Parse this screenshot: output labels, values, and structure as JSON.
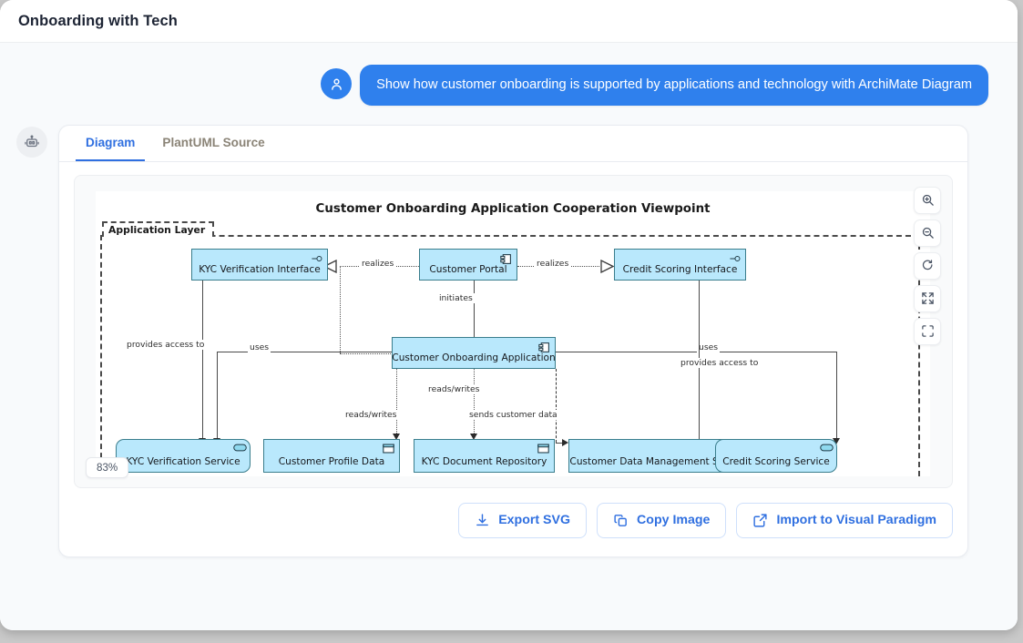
{
  "header": {
    "title": "Onboarding with Tech"
  },
  "conversation": {
    "user_avatar_icon": "user-icon",
    "user_message": "Show how customer onboarding is supported by applications and technology with ArchiMate Diagram",
    "bot_avatar_icon": "robot-icon"
  },
  "result_card": {
    "tabs": [
      {
        "label": "Diagram",
        "active": true
      },
      {
        "label": "PlantUML Source",
        "active": false
      }
    ],
    "zoom_badge": "83%",
    "zoom_controls": [
      {
        "name": "zoom-in-icon",
        "title": "Zoom in"
      },
      {
        "name": "zoom-out-icon",
        "title": "Zoom out"
      },
      {
        "name": "reset-icon",
        "title": "Reset"
      },
      {
        "name": "fit-screen-icon",
        "title": "Fit to screen"
      },
      {
        "name": "fullscreen-icon",
        "title": "Fullscreen"
      }
    ],
    "actions": [
      {
        "label": "Export SVG",
        "icon": "download-icon"
      },
      {
        "label": "Copy Image",
        "icon": "copy-icon"
      },
      {
        "label": "Import to Visual Paradigm",
        "icon": "external-link-icon"
      }
    ]
  },
  "diagram": {
    "title": "Customer Onboarding Application Cooperation Viewpoint",
    "group_label": "Application Layer",
    "colors": {
      "node_fill": "#b9e8fc",
      "node_stroke": "#3a7d8c",
      "accent": "#2f6fe0"
    },
    "nodes": [
      {
        "id": "kyc-verification-interface",
        "label": "KYC Verification Interface",
        "glyph": "interface-icon",
        "shape": "rect"
      },
      {
        "id": "customer-portal",
        "label": "Customer Portal",
        "glyph": "component-icon",
        "shape": "rect"
      },
      {
        "id": "credit-scoring-interface",
        "label": "Credit Scoring Interface",
        "glyph": "interface-icon",
        "shape": "rect"
      },
      {
        "id": "customer-onboarding-application",
        "label": "Customer Onboarding Application",
        "glyph": "component-icon",
        "shape": "rect"
      },
      {
        "id": "kyc-verification-service",
        "label": "KYC Verification Service",
        "glyph": "service-icon",
        "shape": "rounded"
      },
      {
        "id": "customer-profile-data",
        "label": "Customer Profile Data",
        "glyph": "data-object-icon",
        "shape": "rect"
      },
      {
        "id": "kyc-document-repository",
        "label": "KYC Document Repository",
        "glyph": "data-object-icon",
        "shape": "rect"
      },
      {
        "id": "customer-data-management-system",
        "label": "Customer Data Management System",
        "glyph": "component-icon",
        "shape": "rect"
      },
      {
        "id": "credit-scoring-service",
        "label": "Credit Scoring Service",
        "glyph": "service-icon",
        "shape": "rounded"
      }
    ],
    "edges": [
      {
        "from": "customer-portal",
        "to": "kyc-verification-interface",
        "label": "realizes",
        "style": "dotted-hollow-triangle"
      },
      {
        "from": "customer-portal",
        "to": "credit-scoring-interface",
        "label": "realizes",
        "style": "dotted-hollow-triangle"
      },
      {
        "from": "customer-portal",
        "to": "customer-onboarding-application",
        "label": "initiates",
        "style": "solid-arrow"
      },
      {
        "from": "kyc-verification-interface",
        "to": "kyc-verification-service",
        "label": "provides access to",
        "style": "solid-arrow"
      },
      {
        "from": "customer-onboarding-application",
        "to": "kyc-verification-service",
        "label": "uses",
        "style": "solid-arrow"
      },
      {
        "from": "customer-onboarding-application",
        "to": "customer-profile-data",
        "label": "reads/writes",
        "style": "dotted-arrow"
      },
      {
        "from": "customer-onboarding-application",
        "to": "kyc-document-repository",
        "label": "reads/writes",
        "style": "dotted-arrow"
      },
      {
        "from": "customer-onboarding-application",
        "to": "customer-data-management-system",
        "label": "sends customer data",
        "style": "dashed-arrow"
      },
      {
        "from": "customer-onboarding-application",
        "to": "credit-scoring-service",
        "label": "uses",
        "style": "solid-arrow"
      },
      {
        "from": "credit-scoring-interface",
        "to": "credit-scoring-service",
        "label": "provides access to",
        "style": "solid-arrow"
      }
    ]
  }
}
